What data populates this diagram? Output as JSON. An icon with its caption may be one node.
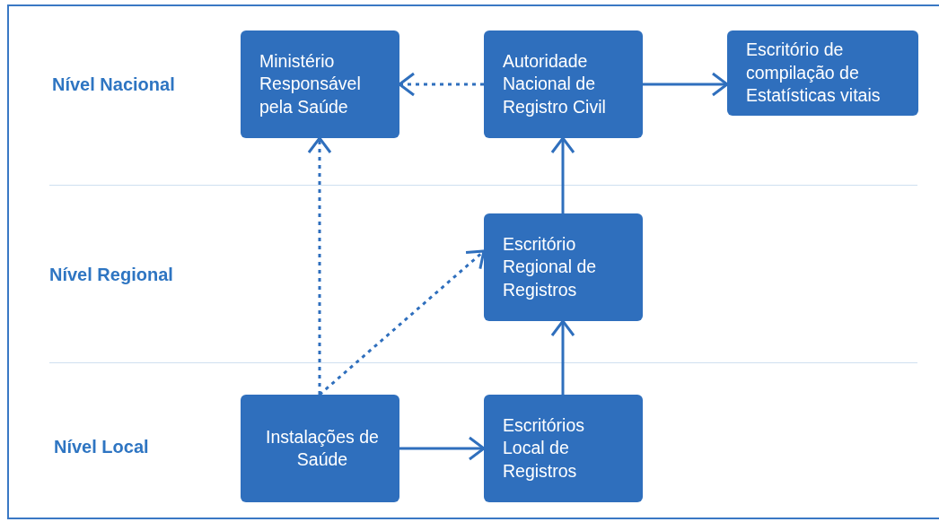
{
  "diagram": {
    "nodes": [
      {
        "text": [
          "Ministério Responsável pela Saúde"
        ]
      },
      {
        "text": [
          "Autoridade Nacional de Registro Civil"
        ]
      },
      {
        "text": [
          "Escritório de compilação de Estatísticas vitais"
        ]
      },
      {
        "text": [
          "Escritório Regional de Registros"
        ]
      },
      {
        "text": [
          "Instalações de Saúde"
        ]
      },
      {
        "text": [
          "Escritórios Local de Registros"
        ]
      }
    ],
    "edges": [
      {
        "from": 1,
        "to": 0,
        "arrow": "to",
        "style": "dashed"
      },
      {
        "from": 1,
        "to": 2,
        "arrow": "to"
      },
      {
        "from": 3,
        "to": 1,
        "arrow": "to"
      },
      {
        "from": 5,
        "to": 3,
        "arrow": "to"
      },
      {
        "from": 4,
        "to": 5,
        "arrow": "to"
      },
      {
        "from": 4,
        "to": 0,
        "arrow": "to",
        "style": "dashed"
      },
      {
        "from": 4,
        "to": 3,
        "arrow": "to",
        "style": "dashed"
      }
    ],
    "labels": [
      "Nível Nacional",
      "Nível Regional",
      "Nível Local"
    ]
  }
}
